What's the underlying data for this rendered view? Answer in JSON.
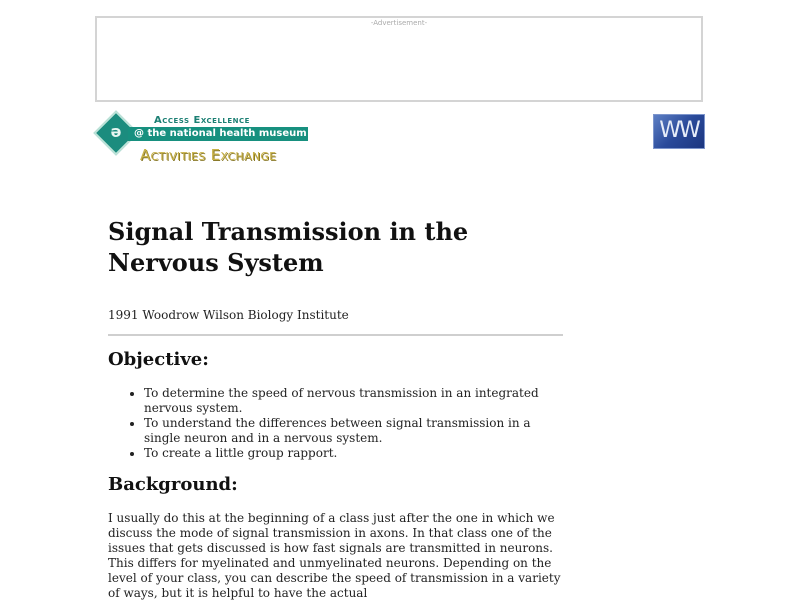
{
  "ad": {
    "label": "-Advertisement-"
  },
  "header": {
    "logo_left": {
      "title": "Access Excellence",
      "subtitle": "@ the national health museum",
      "section": "Activities Exchange",
      "icon": "access-excellence-diamond-icon",
      "colors": {
        "teal": "#17907f",
        "gold": "#c9b34a"
      }
    },
    "logo_right": {
      "glyph": "WW",
      "icon": "woodrow-wilson-logo-icon",
      "color": "#2a4a9a"
    }
  },
  "article": {
    "title": "Signal Transmission in the Nervous System",
    "author": "1991 Woodrow Wilson Biology Institute",
    "objective": {
      "heading": "Objective:",
      "items": [
        "To determine the speed of nervous transmission in an integrated nervous system.",
        "To understand the differences between signal transmission in a single neuron and in a nervous system.",
        "To create a little group rapport."
      ]
    },
    "background": {
      "heading": "Background:",
      "text": "I usually do this at the beginning of a class just after the one in which we discuss the mode of signal transmission in axons. In that class one of the issues that gets discussed is how fast signals are transmitted in neurons. This differs for myelinated and unmyelinated neurons. Depending on the level of your class, you can describe the speed of transmission in a variety of ways, but it is helpful to have the actual"
    }
  }
}
